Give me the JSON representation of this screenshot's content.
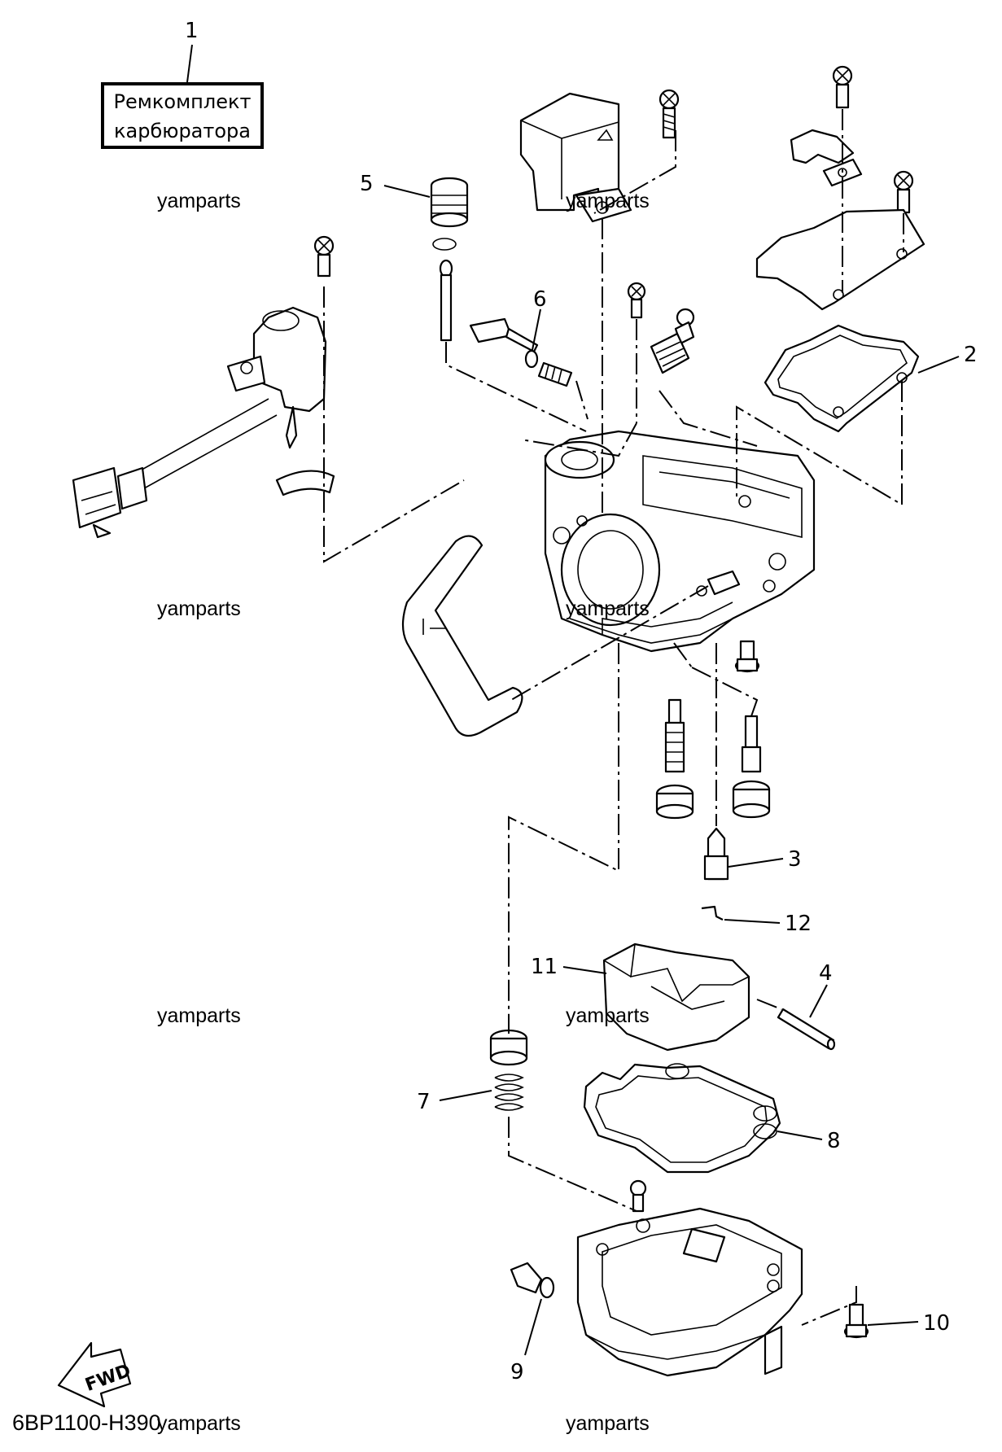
{
  "kit_label": {
    "line1": "Ремкомплект",
    "line2": "карбюратора"
  },
  "callouts": {
    "c1": "1",
    "c2": "2",
    "c3": "3",
    "c4": "4",
    "c5": "5",
    "c6": "6",
    "c7": "7",
    "c8": "8",
    "c9": "9",
    "c10": "10",
    "c11": "11",
    "c12": "12"
  },
  "watermarks": [
    "yamparts",
    "yamparts",
    "yamparts",
    "yamparts",
    "yamparts",
    "yamparts",
    "yamparts",
    "yamparts"
  ],
  "fwd_label": "FWD",
  "diagram_code": "6BP1100-H390"
}
